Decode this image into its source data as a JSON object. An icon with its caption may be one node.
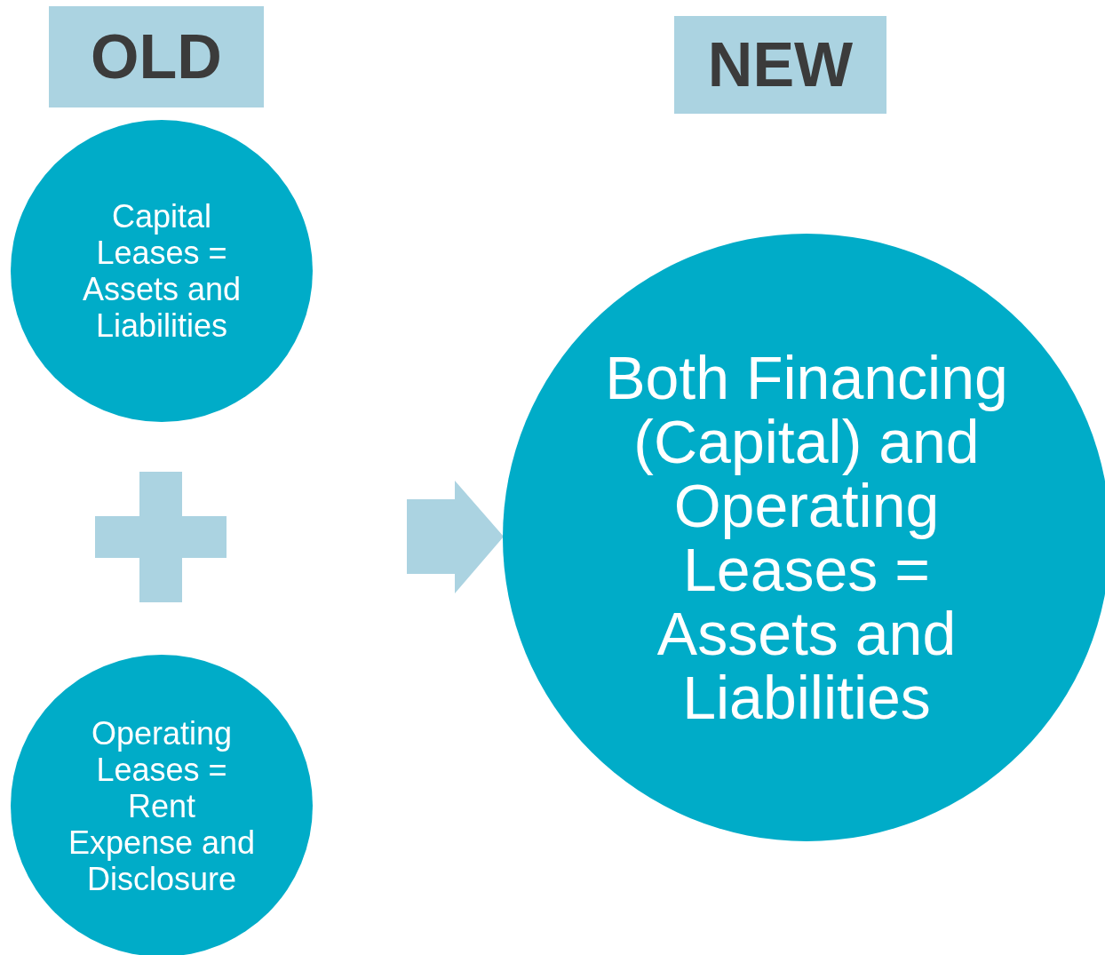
{
  "diagram": {
    "nodes": [
      {
        "text": [
          "OLD"
        ]
      },
      {
        "text": [
          "NEW"
        ]
      },
      {
        "text": [
          "Capital Leases = Assets and Liabilities"
        ]
      },
      {
        "text": [
          "Operating Leases = Rent Expense and Disclosure"
        ]
      },
      {
        "text": [
          "Both Financing (Capital) and Operating Leases = Assets and Liabilities"
        ]
      }
    ],
    "edges": [
      {
        "from": null,
        "to": 4,
        "arrow": "to"
      }
    ]
  }
}
